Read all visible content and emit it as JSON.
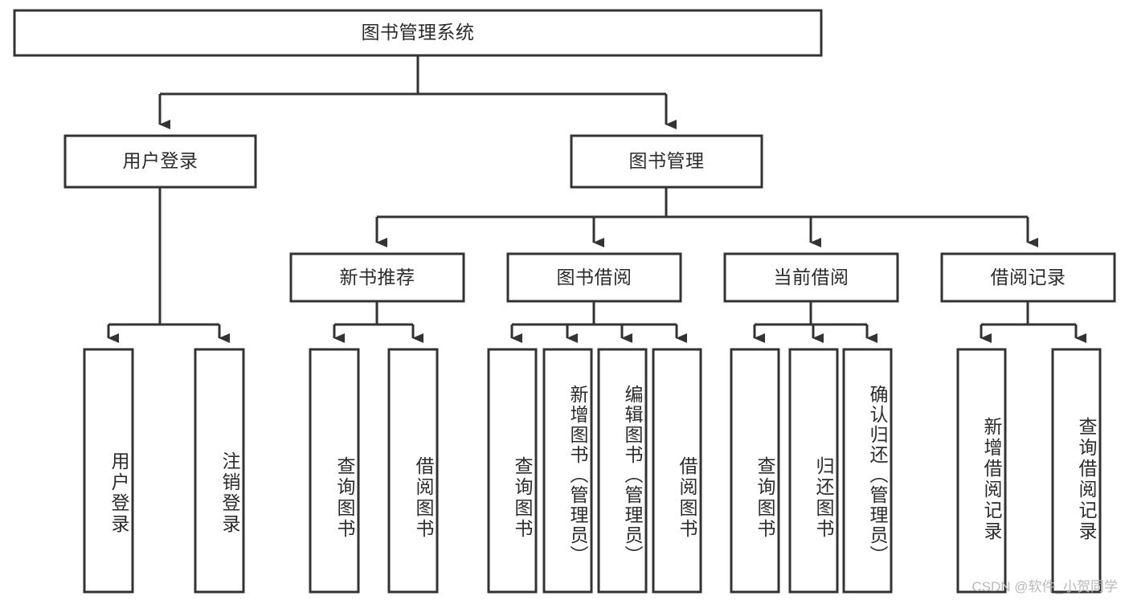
{
  "diagram": {
    "type": "hierarchy-tree",
    "title_node": {
      "id": "root",
      "label": "图书管理系统"
    },
    "level1": [
      {
        "id": "user-login",
        "label": "用户登录"
      },
      {
        "id": "book-manage",
        "label": "图书管理"
      }
    ],
    "level2": [
      {
        "id": "new-book-rec",
        "label": "新书推荐",
        "parent": "book-manage"
      },
      {
        "id": "book-borrow",
        "label": "图书借阅",
        "parent": "book-manage"
      },
      {
        "id": "current-borrow",
        "label": "当前借阅",
        "parent": "book-manage"
      },
      {
        "id": "borrow-record",
        "label": "借阅记录",
        "parent": "book-manage"
      }
    ],
    "leaves": {
      "user-login": [
        {
          "id": "leaf-user-login",
          "label": "用户登录"
        },
        {
          "id": "leaf-logout",
          "label": "注销登录"
        }
      ],
      "new-book-rec": [
        {
          "id": "leaf-query-book-1",
          "label": "查询图书"
        },
        {
          "id": "leaf-borrow-book-1",
          "label": "借阅图书"
        }
      ],
      "book-borrow": [
        {
          "id": "leaf-query-book-2",
          "label": "查询图书"
        },
        {
          "id": "leaf-add-book",
          "label": "新增图书（管理员）"
        },
        {
          "id": "leaf-edit-book",
          "label": "编辑图书（管理员）"
        },
        {
          "id": "leaf-borrow-book-2",
          "label": "借阅图书"
        }
      ],
      "current-borrow": [
        {
          "id": "leaf-query-book-3",
          "label": "查询图书"
        },
        {
          "id": "leaf-return-book",
          "label": "归还图书"
        },
        {
          "id": "leaf-confirm-return",
          "label": "确认归还（管理员）"
        }
      ],
      "borrow-record": [
        {
          "id": "leaf-add-record",
          "label": "新增借阅记录"
        },
        {
          "id": "leaf-query-record",
          "label": "查询借阅记录"
        }
      ]
    },
    "style": {
      "line_color": "#333333",
      "box_fill": "#ffffff",
      "text_color": "#2b2b2b",
      "watermark_color": "#b9b9b9"
    }
  },
  "watermark": {
    "text": "CSDN @软件_小贺同学"
  }
}
